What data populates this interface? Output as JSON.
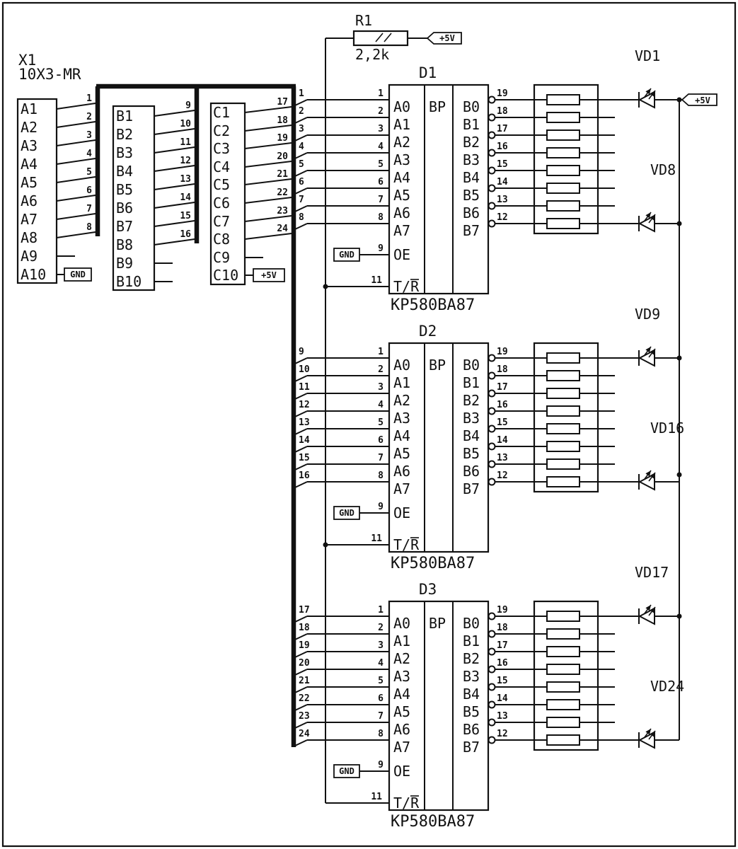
{
  "connector": {
    "ref": "X1",
    "part": "10X3-MR",
    "columns": [
      {
        "labels": [
          "A1",
          "A2",
          "A3",
          "A4",
          "A5",
          "A6",
          "A7",
          "A8",
          "A9",
          "A10"
        ],
        "wire_numbers": [
          "1",
          "2",
          "3",
          "4",
          "5",
          "6",
          "7",
          "8"
        ],
        "tail_net": "GND"
      },
      {
        "labels": [
          "B1",
          "B2",
          "B3",
          "B4",
          "B5",
          "B6",
          "B7",
          "B8",
          "B9",
          "B10"
        ],
        "wire_numbers": [
          "9",
          "10",
          "11",
          "12",
          "13",
          "14",
          "15",
          "16"
        ]
      },
      {
        "labels": [
          "C1",
          "C2",
          "C3",
          "C4",
          "C5",
          "C6",
          "C7",
          "C8",
          "C9",
          "C10"
        ],
        "wire_numbers": [
          "17",
          "18",
          "19",
          "20",
          "21",
          "22",
          "23",
          "24"
        ],
        "tail_net": "+5V"
      }
    ]
  },
  "pullup": {
    "ref": "R1",
    "value": "2,2k",
    "net": "+5V"
  },
  "transceivers": [
    {
      "ref": "D1",
      "part": "KP580BA87",
      "core": "BP",
      "left_pins": [
        "A0",
        "A1",
        "A2",
        "A3",
        "A4",
        "A5",
        "A6",
        "A7"
      ],
      "right_pins": [
        "B0",
        "B1",
        "B2",
        "B3",
        "B4",
        "B5",
        "B6",
        "B7"
      ],
      "left_pin_numbers": [
        "1",
        "2",
        "3",
        "4",
        "5",
        "6",
        "7",
        "8"
      ],
      "right_pin_numbers": [
        "19",
        "18",
        "17",
        "16",
        "15",
        "14",
        "13",
        "12"
      ],
      "cable_wires": [
        "1",
        "2",
        "3",
        "4",
        "5",
        "6",
        "7",
        "8"
      ],
      "oe": {
        "label": "OE",
        "pin": "9",
        "net": "GND"
      },
      "tr": {
        "label": "T/R",
        "pin": "11"
      }
    },
    {
      "ref": "D2",
      "part": "KP580BA87",
      "core": "BP",
      "left_pins": [
        "A0",
        "A1",
        "A2",
        "A3",
        "A4",
        "A5",
        "A6",
        "A7"
      ],
      "right_pins": [
        "B0",
        "B1",
        "B2",
        "B3",
        "B4",
        "B5",
        "B6",
        "B7"
      ],
      "left_pin_numbers": [
        "1",
        "2",
        "3",
        "4",
        "5",
        "6",
        "7",
        "8"
      ],
      "right_pin_numbers": [
        "19",
        "18",
        "17",
        "16",
        "15",
        "14",
        "13",
        "12"
      ],
      "cable_wires": [
        "9",
        "10",
        "11",
        "12",
        "13",
        "14",
        "15",
        "16"
      ],
      "oe": {
        "label": "OE",
        "pin": "9",
        "net": "GND"
      },
      "tr": {
        "label": "T/R",
        "pin": "11"
      }
    },
    {
      "ref": "D3",
      "part": "KP580BA87",
      "core": "BP",
      "left_pins": [
        "A0",
        "A1",
        "A2",
        "A3",
        "A4",
        "A5",
        "A6",
        "A7"
      ],
      "right_pins": [
        "B0",
        "B1",
        "B2",
        "B3",
        "B4",
        "B5",
        "B6",
        "B7"
      ],
      "left_pin_numbers": [
        "1",
        "2",
        "3",
        "4",
        "5",
        "6",
        "7",
        "8"
      ],
      "right_pin_numbers": [
        "19",
        "18",
        "17",
        "16",
        "15",
        "14",
        "13",
        "12"
      ],
      "cable_wires": [
        "17",
        "18",
        "19",
        "20",
        "21",
        "22",
        "23",
        "24"
      ],
      "oe": {
        "label": "OE",
        "pin": "9",
        "net": "GND"
      },
      "tr": {
        "label": "T/R",
        "pin": "11"
      }
    }
  ],
  "led_groups": [
    {
      "first": "VD1",
      "last": "VD8"
    },
    {
      "first": "VD9",
      "last": "VD16"
    },
    {
      "first": "VD17",
      "last": "VD24"
    }
  ],
  "power": {
    "rail": "+5V"
  }
}
